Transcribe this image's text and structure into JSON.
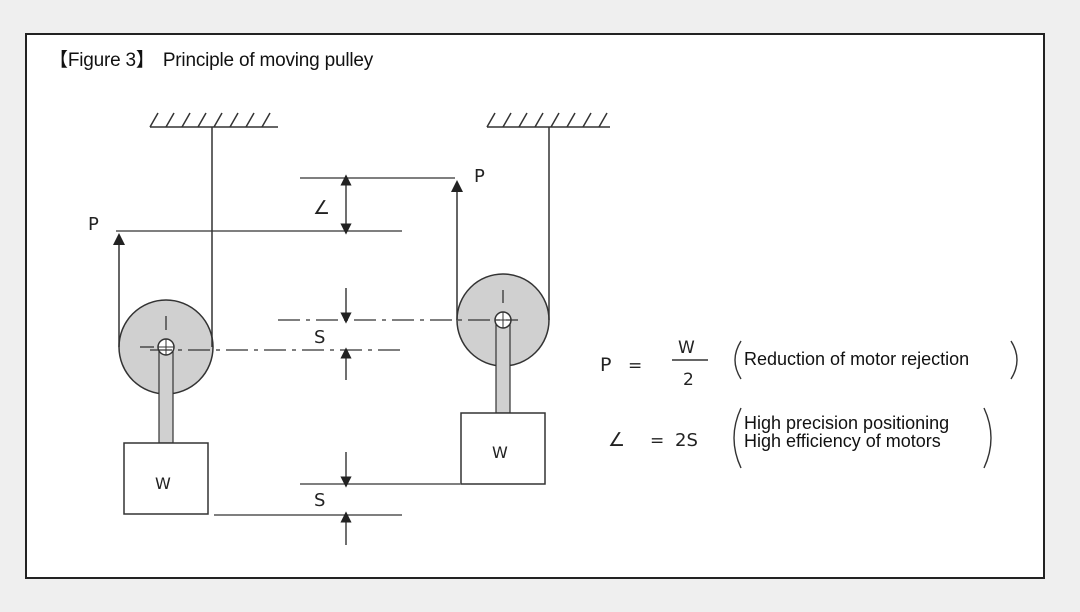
{
  "figure": {
    "bracket_open": "【",
    "number": "Figure 3",
    "bracket_close": "】",
    "title": "Principle of moving pulley"
  },
  "labels": {
    "force": "P",
    "weight": "W",
    "displacement_small": "S",
    "displacement_large": "∠"
  },
  "formulas": {
    "f1_lhs": "P",
    "f1_eq": "=",
    "f1_num": "W",
    "f1_den": "2",
    "f1_note": "Reduction of motor rejection",
    "f2_lhs": "∠",
    "f2_eq": "=",
    "f2_rhs": "2S",
    "f2_note_line1": "High precision positioning",
    "f2_note_line2": "High efficiency of motors"
  }
}
